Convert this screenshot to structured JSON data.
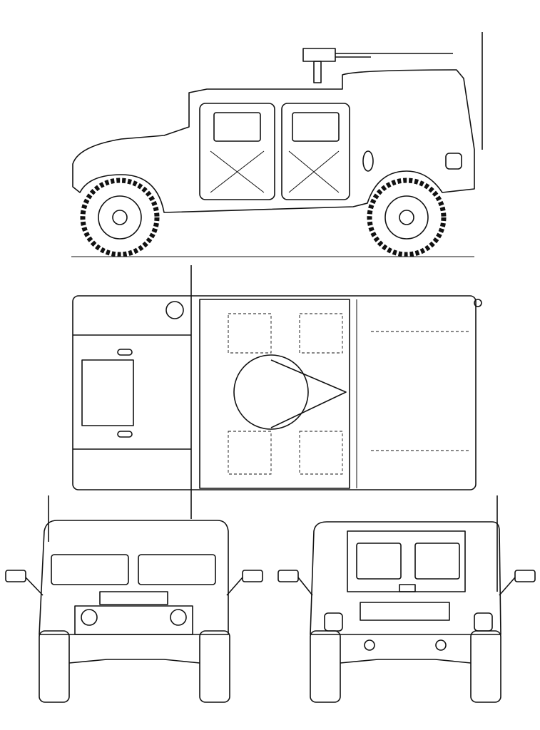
{
  "colors": {
    "line": "#111111",
    "background": "#ffffff"
  },
  "views": [
    "side",
    "top",
    "front",
    "rear"
  ]
}
